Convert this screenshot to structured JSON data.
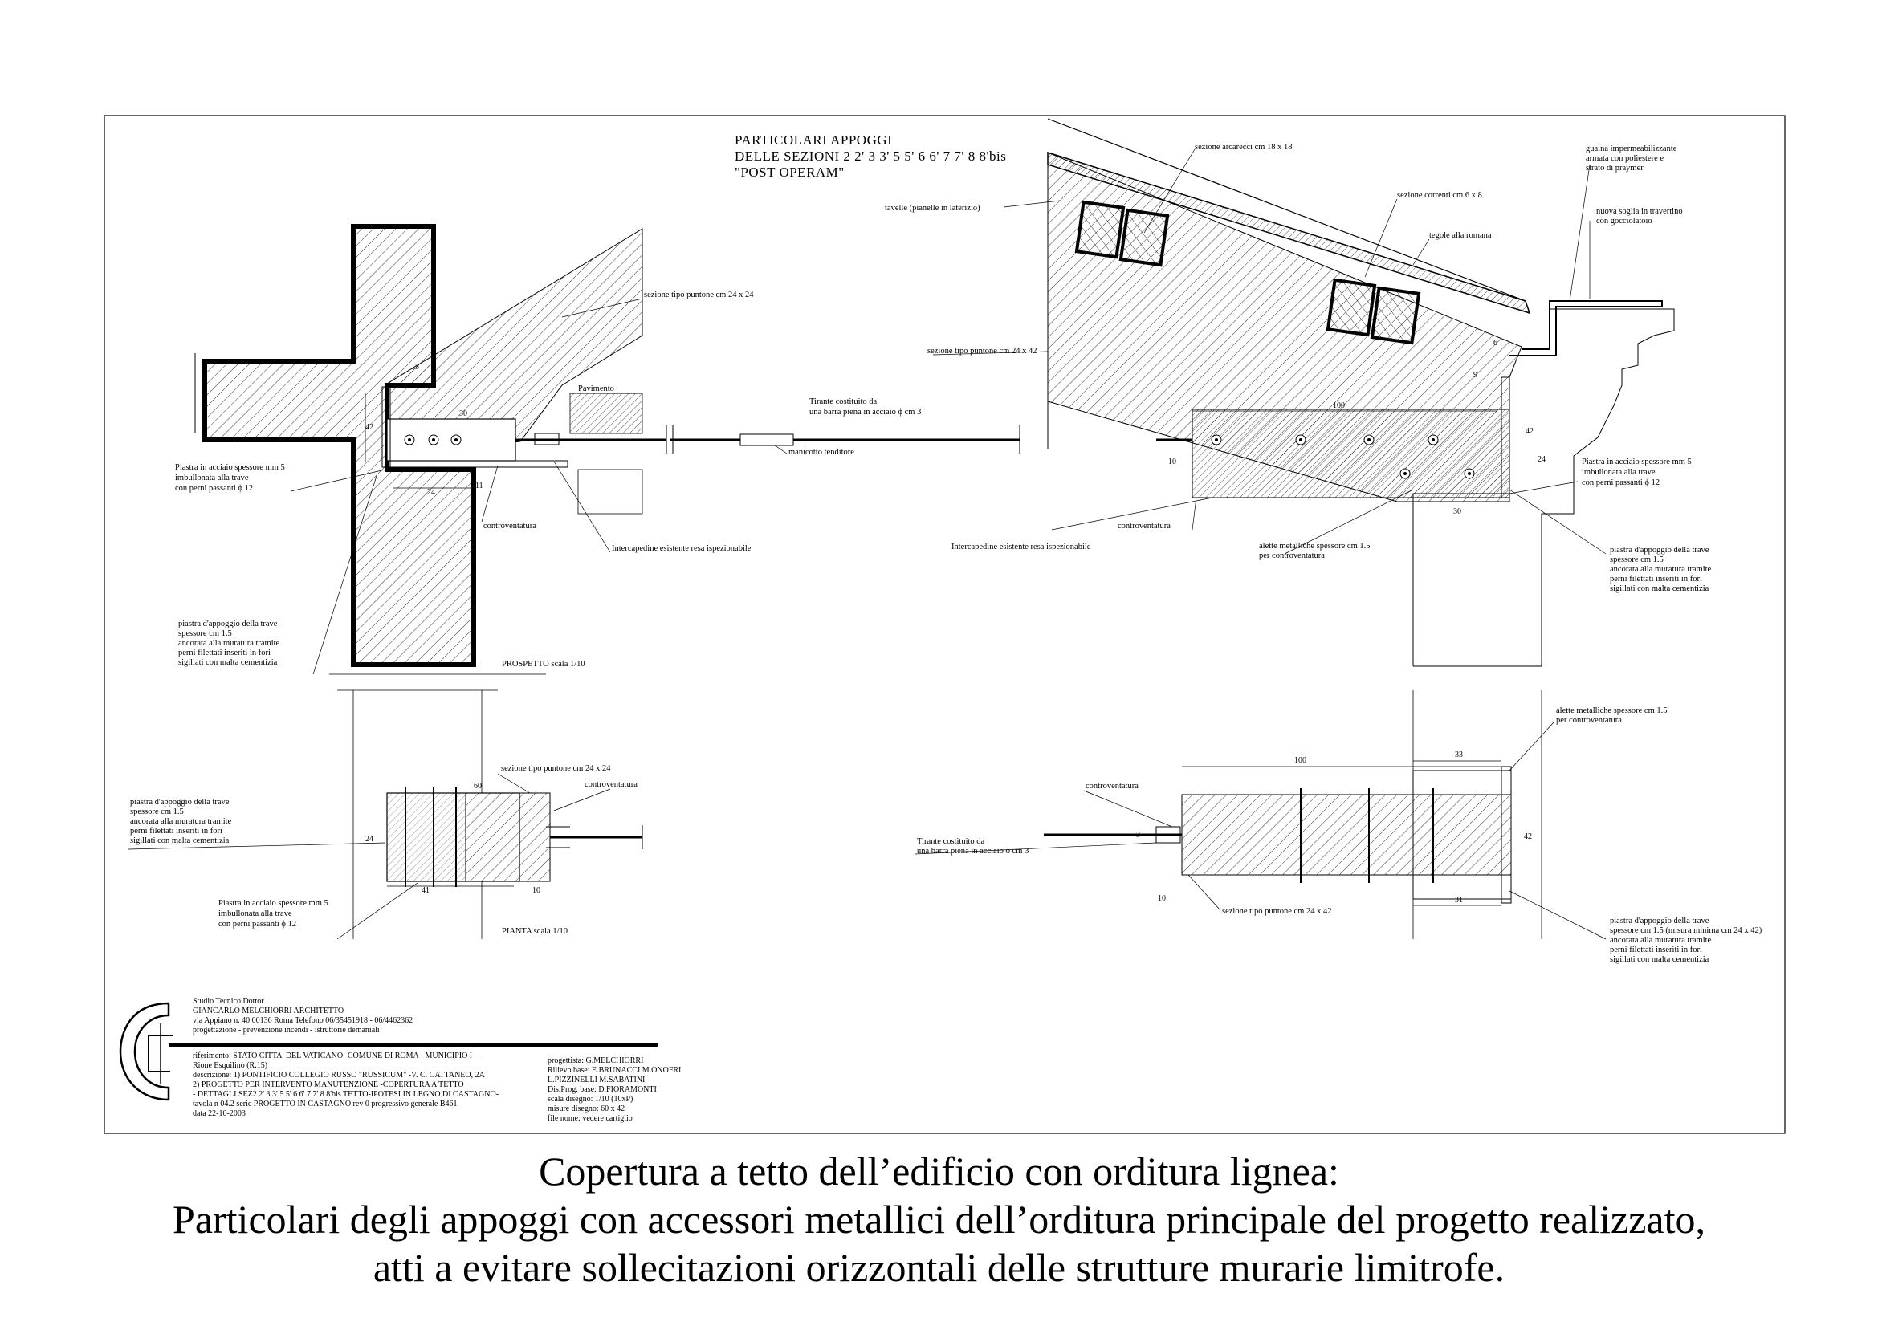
{
  "title": {
    "line1": "PARTICOLARI APPOGGI",
    "line2": "DELLE SEZIONI 2 2' 3 3' 5 5' 6 6' 7 7' 8 8'bis",
    "line3": "\"POST OPERAM\""
  },
  "views": {
    "prospetto": "PROSPETTO scala 1/10",
    "pianta": "PIANTA scala 1/10"
  },
  "labels": {
    "sezione_24x24_top": "sezione tipo puntone cm 24 x 24",
    "pavimento": "Pavimento",
    "tirante": [
      "Tirante costituito da",
      "una barra piena in acciaio ϕ cm 3"
    ],
    "manicotto": "manicotto tenditore",
    "piastra_acciaio": [
      "Piastra in acciaio spessore mm 5",
      "imbullonata alla trave",
      "con perni passanti ϕ 12"
    ],
    "controventatura": "controventatura",
    "intercapedine": "Intercapedine esistente resa ispezionabile",
    "piastra_appoggio": [
      "piastra d'appoggio della trave",
      "spessore cm 1.5",
      "ancorata alla muratura tramite",
      "perni filettati inseriti in fori",
      "sigillati con malta cementizia"
    ],
    "sezione_arcarecci": "sezione arcarecci cm 18 x 18",
    "tavelle": "tavelle (pianelle in laterizio)",
    "sezione_correnti": "sezione correnti cm 6 x 8",
    "tegole": "tegole alla romana",
    "sezione_24x42": "sezione tipo puntone cm 24 x 42",
    "guaina": [
      "guaina impermeabilizzante",
      "armata con poliestere e",
      "strato di praymer"
    ],
    "soglia": [
      "nuova soglia in travertino",
      "con gocciolatoio"
    ],
    "alette": [
      "alette metalliche spessore cm 1.5",
      "per controventatura"
    ],
    "piastra_appoggio_max": [
      "piastra d'appoggio della trave",
      "spessore cm 1.5 (misura minima cm 24 x 42)",
      "ancorata alla muratura tramite",
      "perni filettati inseriti in fori",
      "sigillati con malta cementizia"
    ]
  },
  "dims": {
    "d15": "15",
    "d42": "42",
    "d30": "30",
    "d24": "24",
    "d11": "11",
    "d60": "60",
    "d41": "41",
    "d10": "10",
    "d100": "100",
    "d33": "33",
    "d31": "31",
    "d3": "3",
    "d6": "6",
    "d9": "9"
  },
  "titleblock": {
    "studio": [
      "Studio Tecnico Dottor",
      "GIANCARLO MELCHIORRI ARCHITETTO",
      "via Appiano n. 40   00136 Roma   Telefono 06/35451918 - 06/4462362",
      "progettazione          -          prevenzione incendi          -          istruttorie demaniali"
    ],
    "left": [
      "riferimento:  STATO CITTA' DEL VATICANO -COMUNE DI ROMA - MUNICIPIO I -",
      "                     Rione Esquilino  (R.15)",
      "descrizione: 1) PONTIFICIO COLLEGIO RUSSO \"RUSSICUM\"  -V. C. CATTANEO, 2A",
      "                     2) PROGETTO PER INTERVENTO MANUTENZIONE -COPERTURA A TETTO",
      "- DETTAGLI SEZ2 2' 3 3' 5 5' 6 6' 7 7' 8 8'bis TETTO-IPOTESI IN LEGNO DI CASTAGNO-",
      "tavola n 04.2  serie  PROGETTO IN CASTAGNO  rev 0         progressivo generale B461",
      "data 22-10-2003"
    ],
    "right": [
      "progettista: G.MELCHIORRI",
      "Rilievo base: E.BRUNACCI M.ONOFRI",
      "L.PIZZINELLI M.SABATINI",
      "Dis.Prog. base: D.FIORAMONTI",
      "scala disegno: 1/10 (10xP)",
      "misure disegno: 60 x 42",
      "file nome: vedere cartiglio"
    ]
  },
  "caption": {
    "line1": "Copertura a tetto dell’edificio con orditura lignea:",
    "line2": "Particolari degli appoggi con accessori metallici dell’orditura principale del progetto realizzato,",
    "line3": "atti a evitare sollecitazioni orizzontali delle strutture murarie limitrofe."
  }
}
